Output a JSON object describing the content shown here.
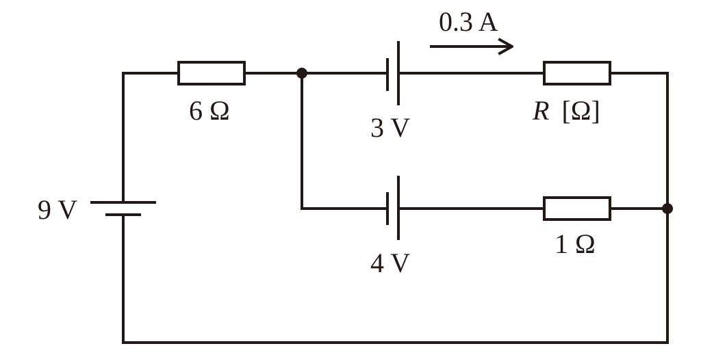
{
  "circuit": {
    "battery_main": {
      "voltage": "9 V"
    },
    "battery_top": {
      "voltage": "3 V"
    },
    "battery_middle": {
      "voltage": "4 V"
    },
    "resistor_left": {
      "value": "6 Ω"
    },
    "resistor_top_right": {
      "symbol": "R",
      "unit": "[Ω]"
    },
    "resistor_middle_right": {
      "value": "1 Ω"
    },
    "current_indicator": {
      "value": "0.3 A",
      "direction": "right"
    }
  },
  "colors": {
    "ink": "#231815",
    "background": "#ffffff"
  }
}
